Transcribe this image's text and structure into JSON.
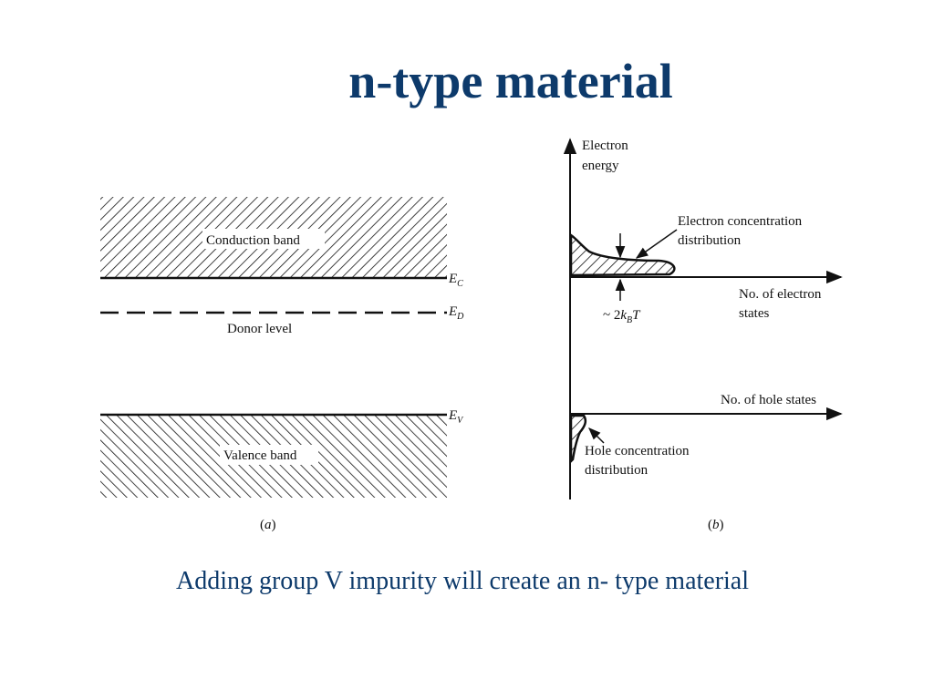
{
  "slide": {
    "title": "n-type material",
    "caption": "Adding group V impurity will create an n- type material"
  },
  "panel_a": {
    "conduction_band": "Conduction band",
    "donor_level": "Donor level",
    "valence_band": "Valence band",
    "ec_main": "E",
    "ec_sub": "C",
    "ed_main": "E",
    "ed_sub": "D",
    "ev_main": "E",
    "ev_sub": "V",
    "label_open": "(",
    "label_letter": "a",
    "label_close": ")"
  },
  "panel_b": {
    "y_axis_line1": "Electron",
    "y_axis_line2": "energy",
    "electron_dist_line1": "Electron concentration",
    "electron_dist_line2": "distribution",
    "width_prefix": "~ 2",
    "width_k": "k",
    "width_sub": "B",
    "width_t": "T",
    "electron_states_line1": "No. of electron",
    "electron_states_line2": "states",
    "hole_states": "No. of hole states",
    "hole_dist_line1": "Hole concentration",
    "hole_dist_line2": "distribution",
    "label_open": "(",
    "label_letter": "b",
    "label_close": ")"
  }
}
